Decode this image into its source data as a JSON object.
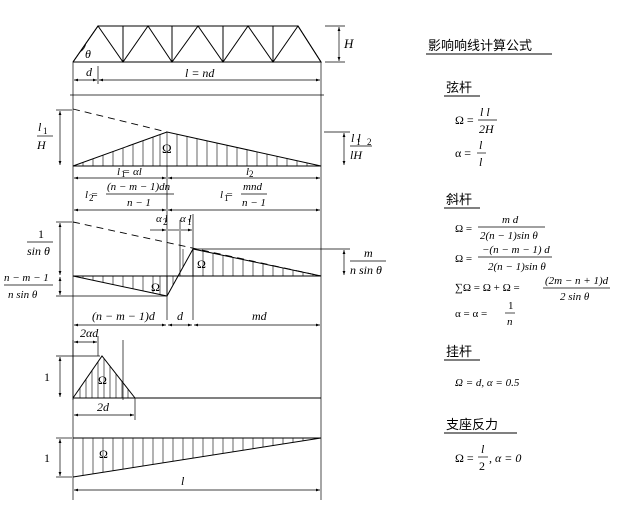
{
  "truss": {
    "angle": "θ",
    "height": "H",
    "panel": "d",
    "span": "l = nd"
  },
  "chord": {
    "left_ordinate": {
      "num": "l",
      "den": "H",
      "sub": "1"
    },
    "right_ordinate": {
      "num": "l l",
      "den": "lH",
      "sub1": "1",
      "sub2": "2"
    },
    "area": "Ω",
    "l1_label": "l = αl",
    "l1_sub": "1",
    "l2_label": "l",
    "l2_sub": "2",
    "l2_eq_left": "l =",
    "l2_eq_left_sub": "2",
    "l2_frac_num": "(n − m − 1)dn",
    "l2_frac_den": "n − 1",
    "l1_eq_right": "l =",
    "l1_eq_right_sub": "1",
    "l1_frac_num": "mnd",
    "l1_frac_den": "n − 1"
  },
  "diagonal": {
    "upper_left_num": "1",
    "upper_left_den": "sin θ",
    "lower_left_num": "n − m − 1",
    "lower_left_den": "n sin θ",
    "right_num": "m",
    "right_den": "n sin θ",
    "alpha2": "α l",
    "alpha2_sub": "2",
    "alpha1": "α l",
    "alpha1_sub": "1",
    "area1": "Ω",
    "area2": "Ω",
    "seg_left": "(n − m − 1)d",
    "seg_mid": "d",
    "seg_right": "md"
  },
  "hanger": {
    "top_dim": "2αd",
    "ordinate": "1",
    "area": "Ω",
    "base_dim": "2d"
  },
  "support": {
    "ordinate": "1",
    "area": "Ω",
    "span": "l"
  },
  "formulas": {
    "title": "影响响线计算公式",
    "chord_heading": "弦杆",
    "chord_omega_lhs": "Ω =",
    "chord_omega_num": "l l",
    "chord_omega_den": "2H",
    "chord_alpha_lhs": "α =",
    "chord_alpha_num": "l",
    "chord_alpha_den": "l",
    "diag_heading": "斜杆",
    "diag_o1_lhs": "Ω =",
    "diag_o1_num": "m d",
    "diag_o1_den": "2(n − 1)sin θ",
    "diag_o2_lhs": "Ω =",
    "diag_o2_num": "−(n − m − 1) d",
    "diag_o2_den": "2(n − 1)sin θ",
    "diag_sum_lhs": "∑Ω = Ω + Ω =",
    "diag_sum_num": "(2m − n + 1)d",
    "diag_sum_den": "2 sin θ",
    "diag_alpha_lhs": "α = α =",
    "diag_alpha_num": "1",
    "diag_alpha_den": "n",
    "hanger_heading": "挂杆",
    "hanger_formula": "Ω = d, α = 0.5",
    "support_heading": "支座反力",
    "support_omega_lhs": "Ω =",
    "support_omega_num": "l",
    "support_omega_den": "2",
    "support_alpha": ", α = 0"
  }
}
